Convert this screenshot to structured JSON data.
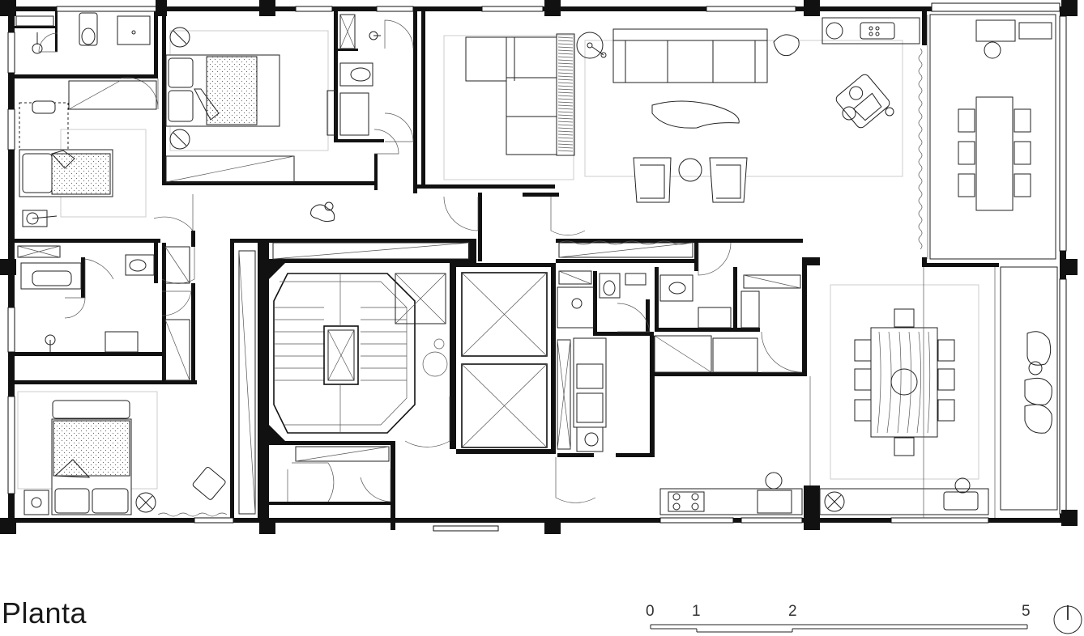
{
  "drawing": {
    "title": "Planta",
    "scale_bar": {
      "labels": [
        "0",
        "1",
        "2",
        "5"
      ],
      "values": [
        0,
        1,
        2,
        5
      ],
      "unit": ""
    },
    "north_arrow": true
  }
}
